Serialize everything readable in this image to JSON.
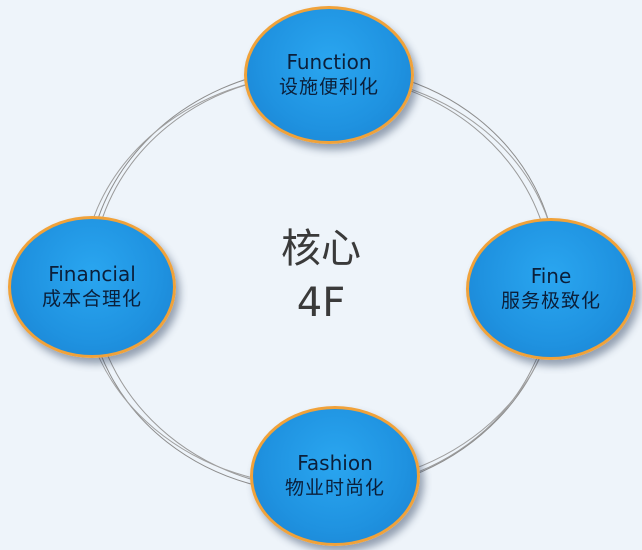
{
  "core": {
    "line1": "核心",
    "line2": "4F"
  },
  "nodes": {
    "function": {
      "en": "Function",
      "cn": "设施便利化"
    },
    "financial": {
      "en": "Financial",
      "cn": "成本合理化"
    },
    "fine": {
      "en": "Fine",
      "cn": "服务极致化"
    },
    "fashion": {
      "en": "Fashion",
      "cn": "物业时尚化"
    }
  },
  "colors": {
    "background": "#eef4fa",
    "node_fill": "#1f92e0",
    "node_border": "#f0a23a",
    "ring_stroke": "#8c8c8c",
    "text_dark": "#0b1f3a"
  }
}
